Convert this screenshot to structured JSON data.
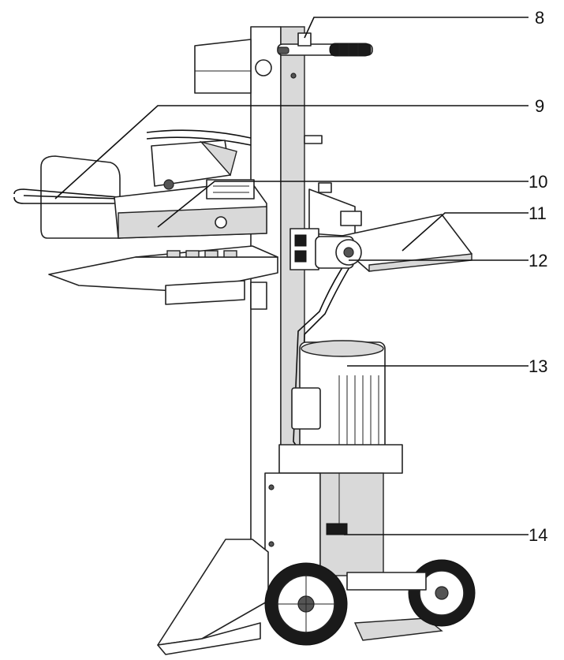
{
  "callouts": [
    {
      "id": "8",
      "label": "8"
    },
    {
      "id": "9",
      "label": "9"
    },
    {
      "id": "10",
      "label": "10"
    },
    {
      "id": "11",
      "label": "11"
    },
    {
      "id": "12",
      "label": "12"
    },
    {
      "id": "13",
      "label": "13"
    },
    {
      "id": "14",
      "label": "14"
    }
  ]
}
